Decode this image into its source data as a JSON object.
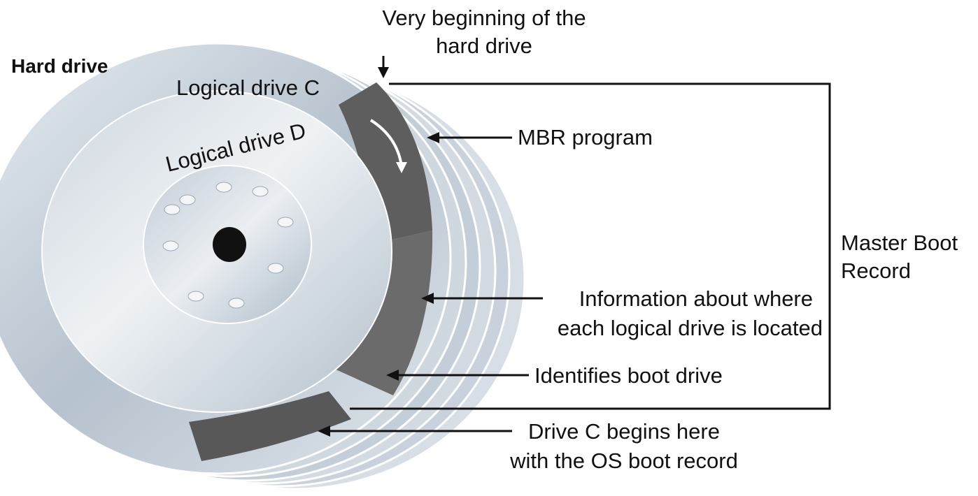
{
  "labels": {
    "hard_drive": "Hard drive",
    "very_beginning_line1": "Very beginning of the",
    "very_beginning_line2": "hard drive",
    "logical_drive_c": "Logical drive C",
    "logical_drive_d": "Logical drive D",
    "mbr_program": "MBR program",
    "master_boot_line1": "Master Boot",
    "master_boot_line2": "Record",
    "information_line1": "Information about where",
    "information_line2": "each logical drive is located",
    "identifies_boot": "Identifies boot drive",
    "drive_c_begins_line1": "Drive C begins here",
    "drive_c_begins_line2": "with the OS boot record"
  },
  "colors": {
    "platter_light": "#d9e0e7",
    "platter_mid": "#a9b6c4",
    "platter_edge": "#c4ced8",
    "segment_dark": "#5c5c5c",
    "segment_light": "#7a7a7a",
    "spindle": "#111111",
    "line": "#111111"
  }
}
